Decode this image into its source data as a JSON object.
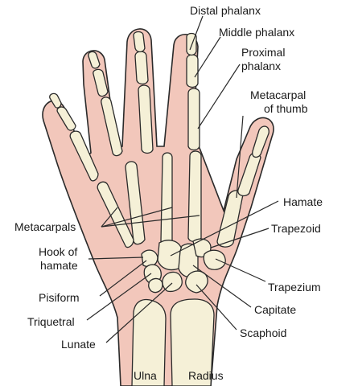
{
  "labels": {
    "distal_phalanx": "Distal phalanx",
    "middle_phalanx": "Middle phalanx",
    "proximal_phalanx": [
      "Proximal",
      "phalanx"
    ],
    "metacarpal_of_thumb": [
      "Metacarpal",
      "of thumb"
    ],
    "hamate": "Hamate",
    "trapezoid": "Trapezoid",
    "metacarpals": "Metacarpals",
    "hook_of_hamate": [
      "Hook of",
      "hamate"
    ],
    "pisiform": "Pisiform",
    "trapezium": "Trapezium",
    "triquetral": "Triquetral",
    "capitate": "Capitate",
    "lunate": "Lunate",
    "scaphoid": "Scaphoid",
    "ulna": "Ulna",
    "radius": "Radius"
  },
  "colors": {
    "skin": "#f2c7bb",
    "bone": "#f5f0d7",
    "outline": "#2a2a2a"
  }
}
